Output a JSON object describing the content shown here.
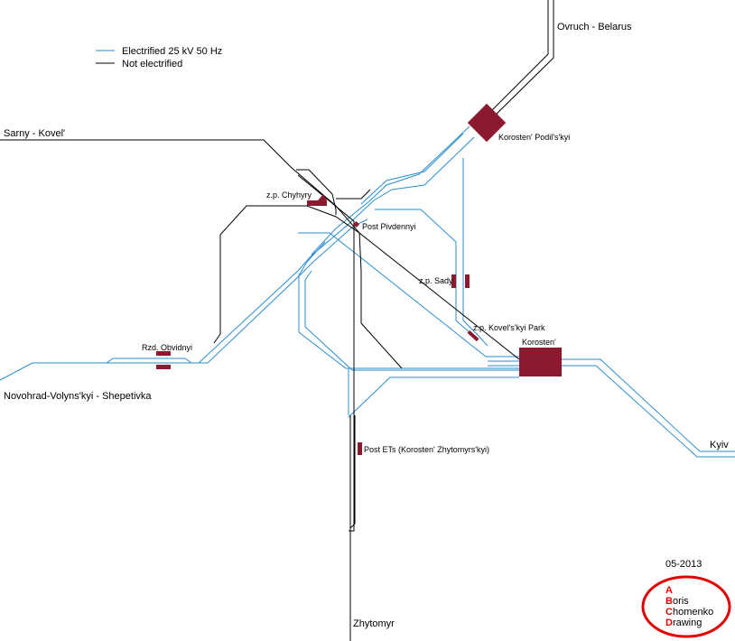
{
  "colors": {
    "electrified": "#2a8ed0",
    "not_electrified": "#000000",
    "station": "#8b1a2e",
    "signature_ring": "#e00000",
    "signature_initial": "#e00000",
    "background": "#ffffff"
  },
  "legend": {
    "electrified_label": "Electrified 25 kV 50 Hz",
    "not_electrified_label": "Not electrified"
  },
  "destinations": {
    "ovruch": "Ovruch - Belarus",
    "sarny": "Sarny - Kovel'",
    "novohrad": "Novohrad-Volyns'kyi - Shepetivka",
    "kyiv": "Kyiv",
    "zhytomyr": "Zhytomyr"
  },
  "stations": {
    "korosten_podilskyi": "Korosten' Podil's'kyi",
    "chyhyry": "z.p. Chyhyry",
    "post_pivdennyi": "Post Pivdennyi",
    "sady": "z.p. Sady",
    "kovelskyi_park": "z.p. Kovel's'kyi Park",
    "korosten": "Korosten'",
    "obvidnyi": "Rzd. Obvidnyi",
    "post_ets": "Post ETs (Korosten' Zhytomyrs'kyi)"
  },
  "signature": {
    "date": "05-2013",
    "initials": [
      "A",
      "B",
      "C",
      "D"
    ],
    "rest": [
      "",
      "oris",
      "homenko",
      "rawing"
    ]
  }
}
